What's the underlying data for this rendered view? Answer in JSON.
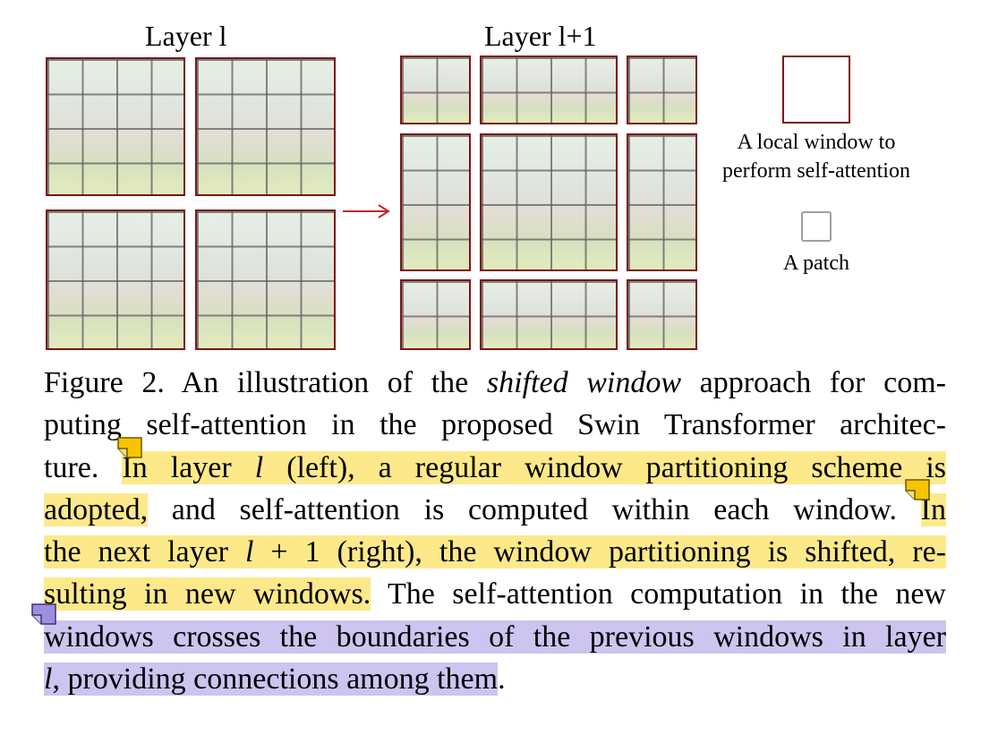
{
  "figure": {
    "layer_left_label": "Layer l",
    "layer_right_label": "Layer l+1",
    "legend": {
      "window_label_line1": "A local window to",
      "window_label_line2": "perform self-attention",
      "patch_label": "A patch"
    },
    "colors": {
      "window_border": "#7d1416",
      "arrow": "#c0262c",
      "patch_border": "#a0a0a0",
      "highlight_yellow": "#fde98a",
      "highlight_purple": "#cdc4ef",
      "note_yellow": "#f6c400",
      "note_purple": "#9c8fe0"
    }
  },
  "caption": {
    "l1_a": "Figure 2. An illustration of the ",
    "l1_b": "shifted window",
    "l1_c": " approach for com-",
    "l2": "puting self-attention in the proposed Swin Transformer architec-",
    "l3_a": "ture. ",
    "l3_b": "In layer ",
    "l3_c": "l",
    "l3_d": " (left), a regular window partitioning scheme is",
    "l4_a": "adopted,",
    "l4_b": " and self-attention is computed within each window. ",
    "l4_c": "In",
    "l5_a": "the next layer ",
    "l5_b": "l",
    "l5_c": " + 1 (right), the window partitioning is shifted, re-",
    "l6_a": "sulting in new windows.",
    "l6_b": " The self-attention computation in the new",
    "l7": "windows crosses the boundaries of the previous windows in layer",
    "l8_a": "l",
    "l8_b": ", providing connections among them",
    "l8_c": "."
  }
}
